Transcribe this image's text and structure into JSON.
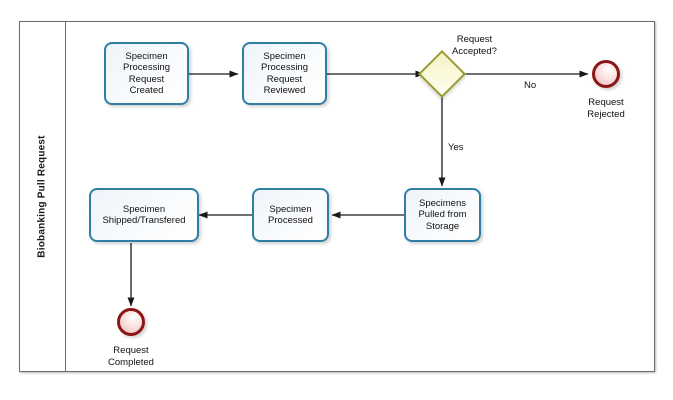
{
  "diagram": {
    "type": "bpmn-process-diagram",
    "pool": {
      "label": "Biobanking Pull Request"
    },
    "tasks": [
      {
        "id": "task-request-created",
        "label": "Specimen\nProcessing\nRequest\nCreated",
        "lines": [
          "Specimen",
          "Processing",
          "Request",
          "Created"
        ]
      },
      {
        "id": "task-request-reviewed",
        "label": "Specimen\nProcessing\nRequest\nReviewed",
        "lines": [
          "Specimen",
          "Processing",
          "Request",
          "Reviewed"
        ]
      },
      {
        "id": "task-specimens-pulled",
        "label": "Specimens\nPulled from\nStorage",
        "lines": [
          "Specimens",
          "Pulled from",
          "Storage"
        ]
      },
      {
        "id": "task-specimen-processed",
        "label": "Specimen\nProcessed",
        "lines": [
          "Specimen",
          "Processed"
        ]
      },
      {
        "id": "task-specimen-shipped",
        "label": "Specimen\nShipped/Transfered",
        "lines": [
          "Specimen",
          "Shipped/Transfered"
        ]
      }
    ],
    "gateway": {
      "id": "gateway-request-accepted",
      "label_lines": [
        "Request",
        "Accepted?"
      ],
      "shape": "diamond"
    },
    "end_events": [
      {
        "id": "end-request-rejected",
        "label_lines": [
          "Request",
          "Rejected"
        ]
      },
      {
        "id": "end-request-completed",
        "label_lines": [
          "Request",
          "Completed"
        ]
      }
    ],
    "flow_labels": {
      "no": "No",
      "yes": "Yes"
    },
    "colors": {
      "task_border": "#2f7ea3",
      "gateway_border": "#9a9a33",
      "gateway_fill": "#fbfadf",
      "end_event_border": "#8c1515",
      "pool_border": "#6b6b6b",
      "flow_line": "#1a1a1a",
      "background": "#ffffff"
    }
  }
}
